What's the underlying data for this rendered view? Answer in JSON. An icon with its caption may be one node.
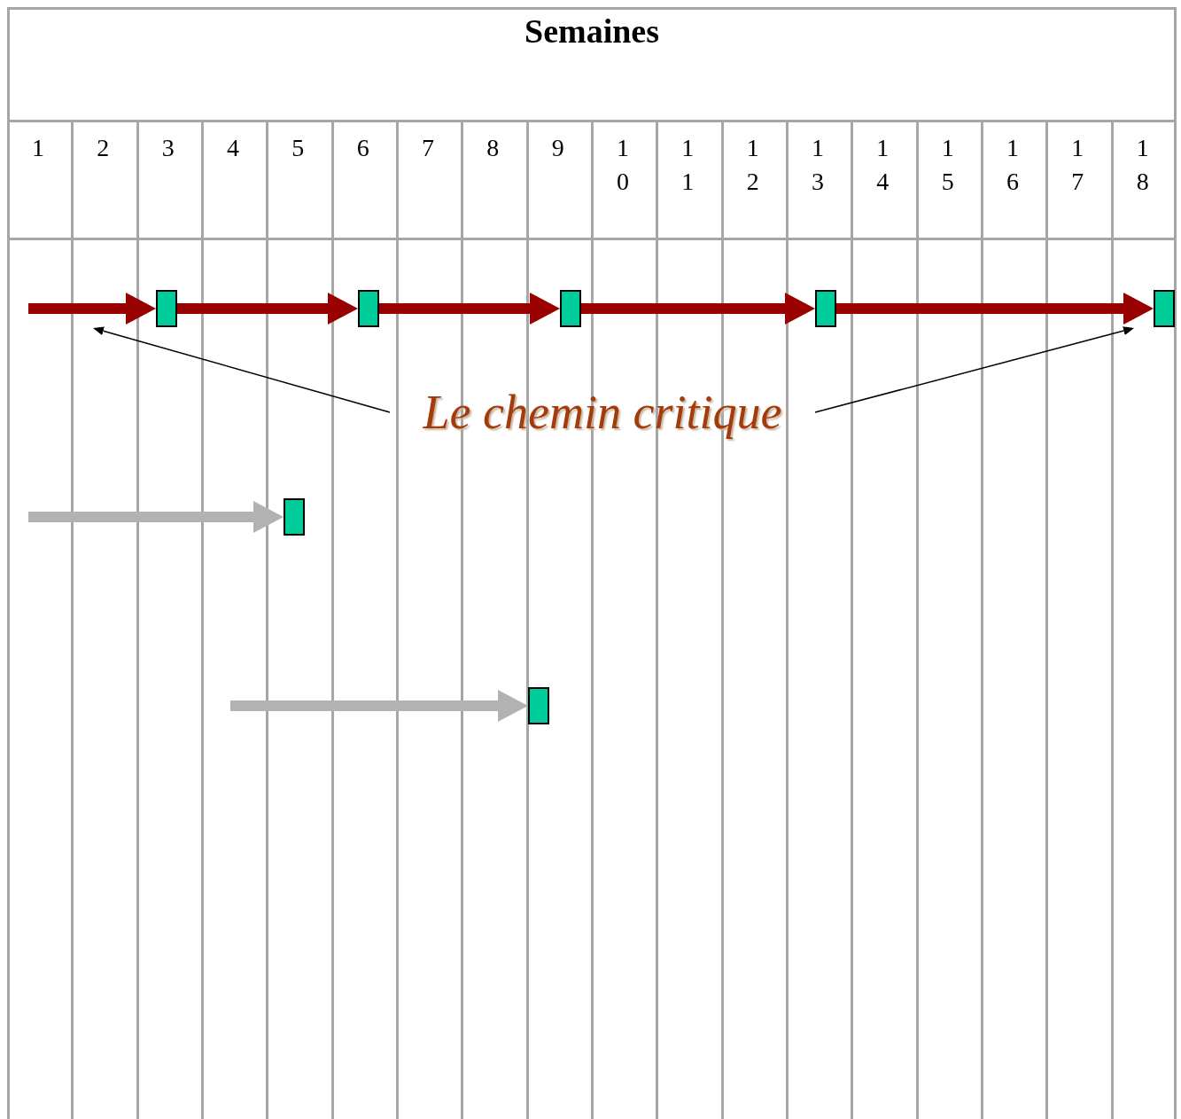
{
  "diagram": {
    "title": "Semaines",
    "nodes": [
      {
        "text": [],
        "shape": "box"
      },
      {
        "text": [],
        "shape": "box"
      },
      {
        "text": [],
        "shape": "box"
      },
      {
        "text": [],
        "shape": "box"
      },
      {
        "text": [],
        "shape": "box"
      },
      {
        "text": [
          "Le chemin critique"
        ]
      },
      {
        "text": [],
        "shape": "box"
      },
      {
        "text": [],
        "shape": "box"
      }
    ],
    "edges": [
      {
        "from": null,
        "to": 0,
        "arrow": "to",
        "color": "#990000"
      },
      {
        "from": 0,
        "to": 1,
        "arrow": "to",
        "color": "#990000"
      },
      {
        "from": 1,
        "to": 2,
        "arrow": "to",
        "color": "#990000"
      },
      {
        "from": 2,
        "to": 3,
        "arrow": "to",
        "color": "#990000"
      },
      {
        "from": 3,
        "to": 4,
        "arrow": "to",
        "color": "#990000"
      },
      {
        "from": 5,
        "to": null,
        "arrow": "to",
        "color": "#000000"
      },
      {
        "from": 5,
        "to": null,
        "arrow": "to",
        "color": "#000000"
      },
      {
        "from": null,
        "to": 6,
        "arrow": "to",
        "color": "#b2b2b2"
      },
      {
        "from": null,
        "to": 7,
        "arrow": "to",
        "color": "#b2b2b2"
      }
    ],
    "labels": [
      "1",
      "2",
      "3",
      "4",
      "5",
      "6",
      "7",
      "8",
      "9",
      "10",
      "11",
      "12",
      "13",
      "14",
      "15",
      "16",
      "17",
      "18"
    ]
  }
}
